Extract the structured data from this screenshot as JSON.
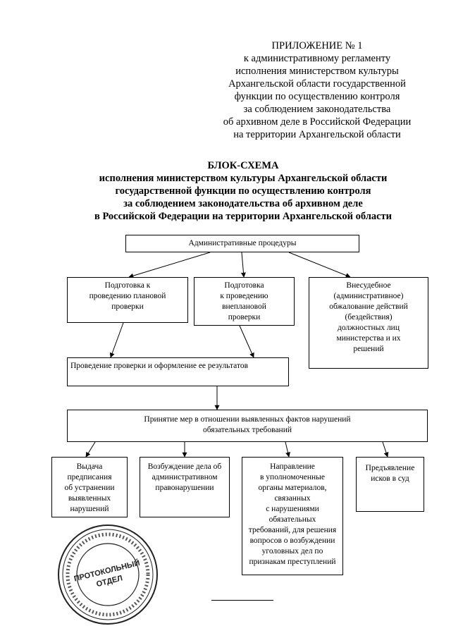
{
  "appendix": {
    "title": "ПРИЛОЖЕНИЕ № 1",
    "lines": [
      "к административному регламенту",
      "исполнения министерством культуры",
      "Архангельской области государственной",
      "функции по осуществлению контроля",
      "за соблюдением законодательства",
      "об архивном деле в Российской Федерации",
      "на территории Архангельской области"
    ]
  },
  "heading": {
    "title": "БЛОК-СХЕМА",
    "lines": [
      "исполнения министерством культуры Архангельской области",
      "государственной функции по осуществлению контроля",
      "за соблюдением законодательства об архивном деле",
      "в Российской Федерации на территории Архангельской области"
    ]
  },
  "flowchart": {
    "top": [
      "Административные процедуры"
    ],
    "planned": [
      "Подготовка к",
      "проведению плановой",
      "проверки"
    ],
    "unplanned": [
      "Подготовка",
      "к проведению",
      "внеплановой",
      "проверки"
    ],
    "appeal": [
      "Внесудебное",
      "(административное)",
      "обжалование действий",
      "(бездействия)",
      "должностных лиц",
      "министерства и их",
      "решений"
    ],
    "inspection": [
      "Проведение проверки и оформление ее результатов"
    ],
    "measures": [
      "Принятие мер в отношении выявленных фактов нарушений",
      "обязательных требований"
    ],
    "order": [
      "Выдача",
      "предписания",
      "об устранении",
      "выявленных",
      "нарушений"
    ],
    "case": [
      "Возбуждение дела об",
      "административном",
      "правонарушении"
    ],
    "referral": [
      "Направление",
      "в уполномоченные",
      "органы материалов,",
      "связанных",
      "с нарушениями",
      "обязательных",
      "требований, для решения",
      "вопросов о возбуждении",
      "уголовных дел по",
      "признакам преступлений"
    ],
    "court": [
      "Предъявление",
      "исков в суд"
    ]
  },
  "stamp": {
    "center_lines": [
      "ПРОТОКОЛЬНЫЙ",
      "ОТДЕЛ"
    ]
  }
}
